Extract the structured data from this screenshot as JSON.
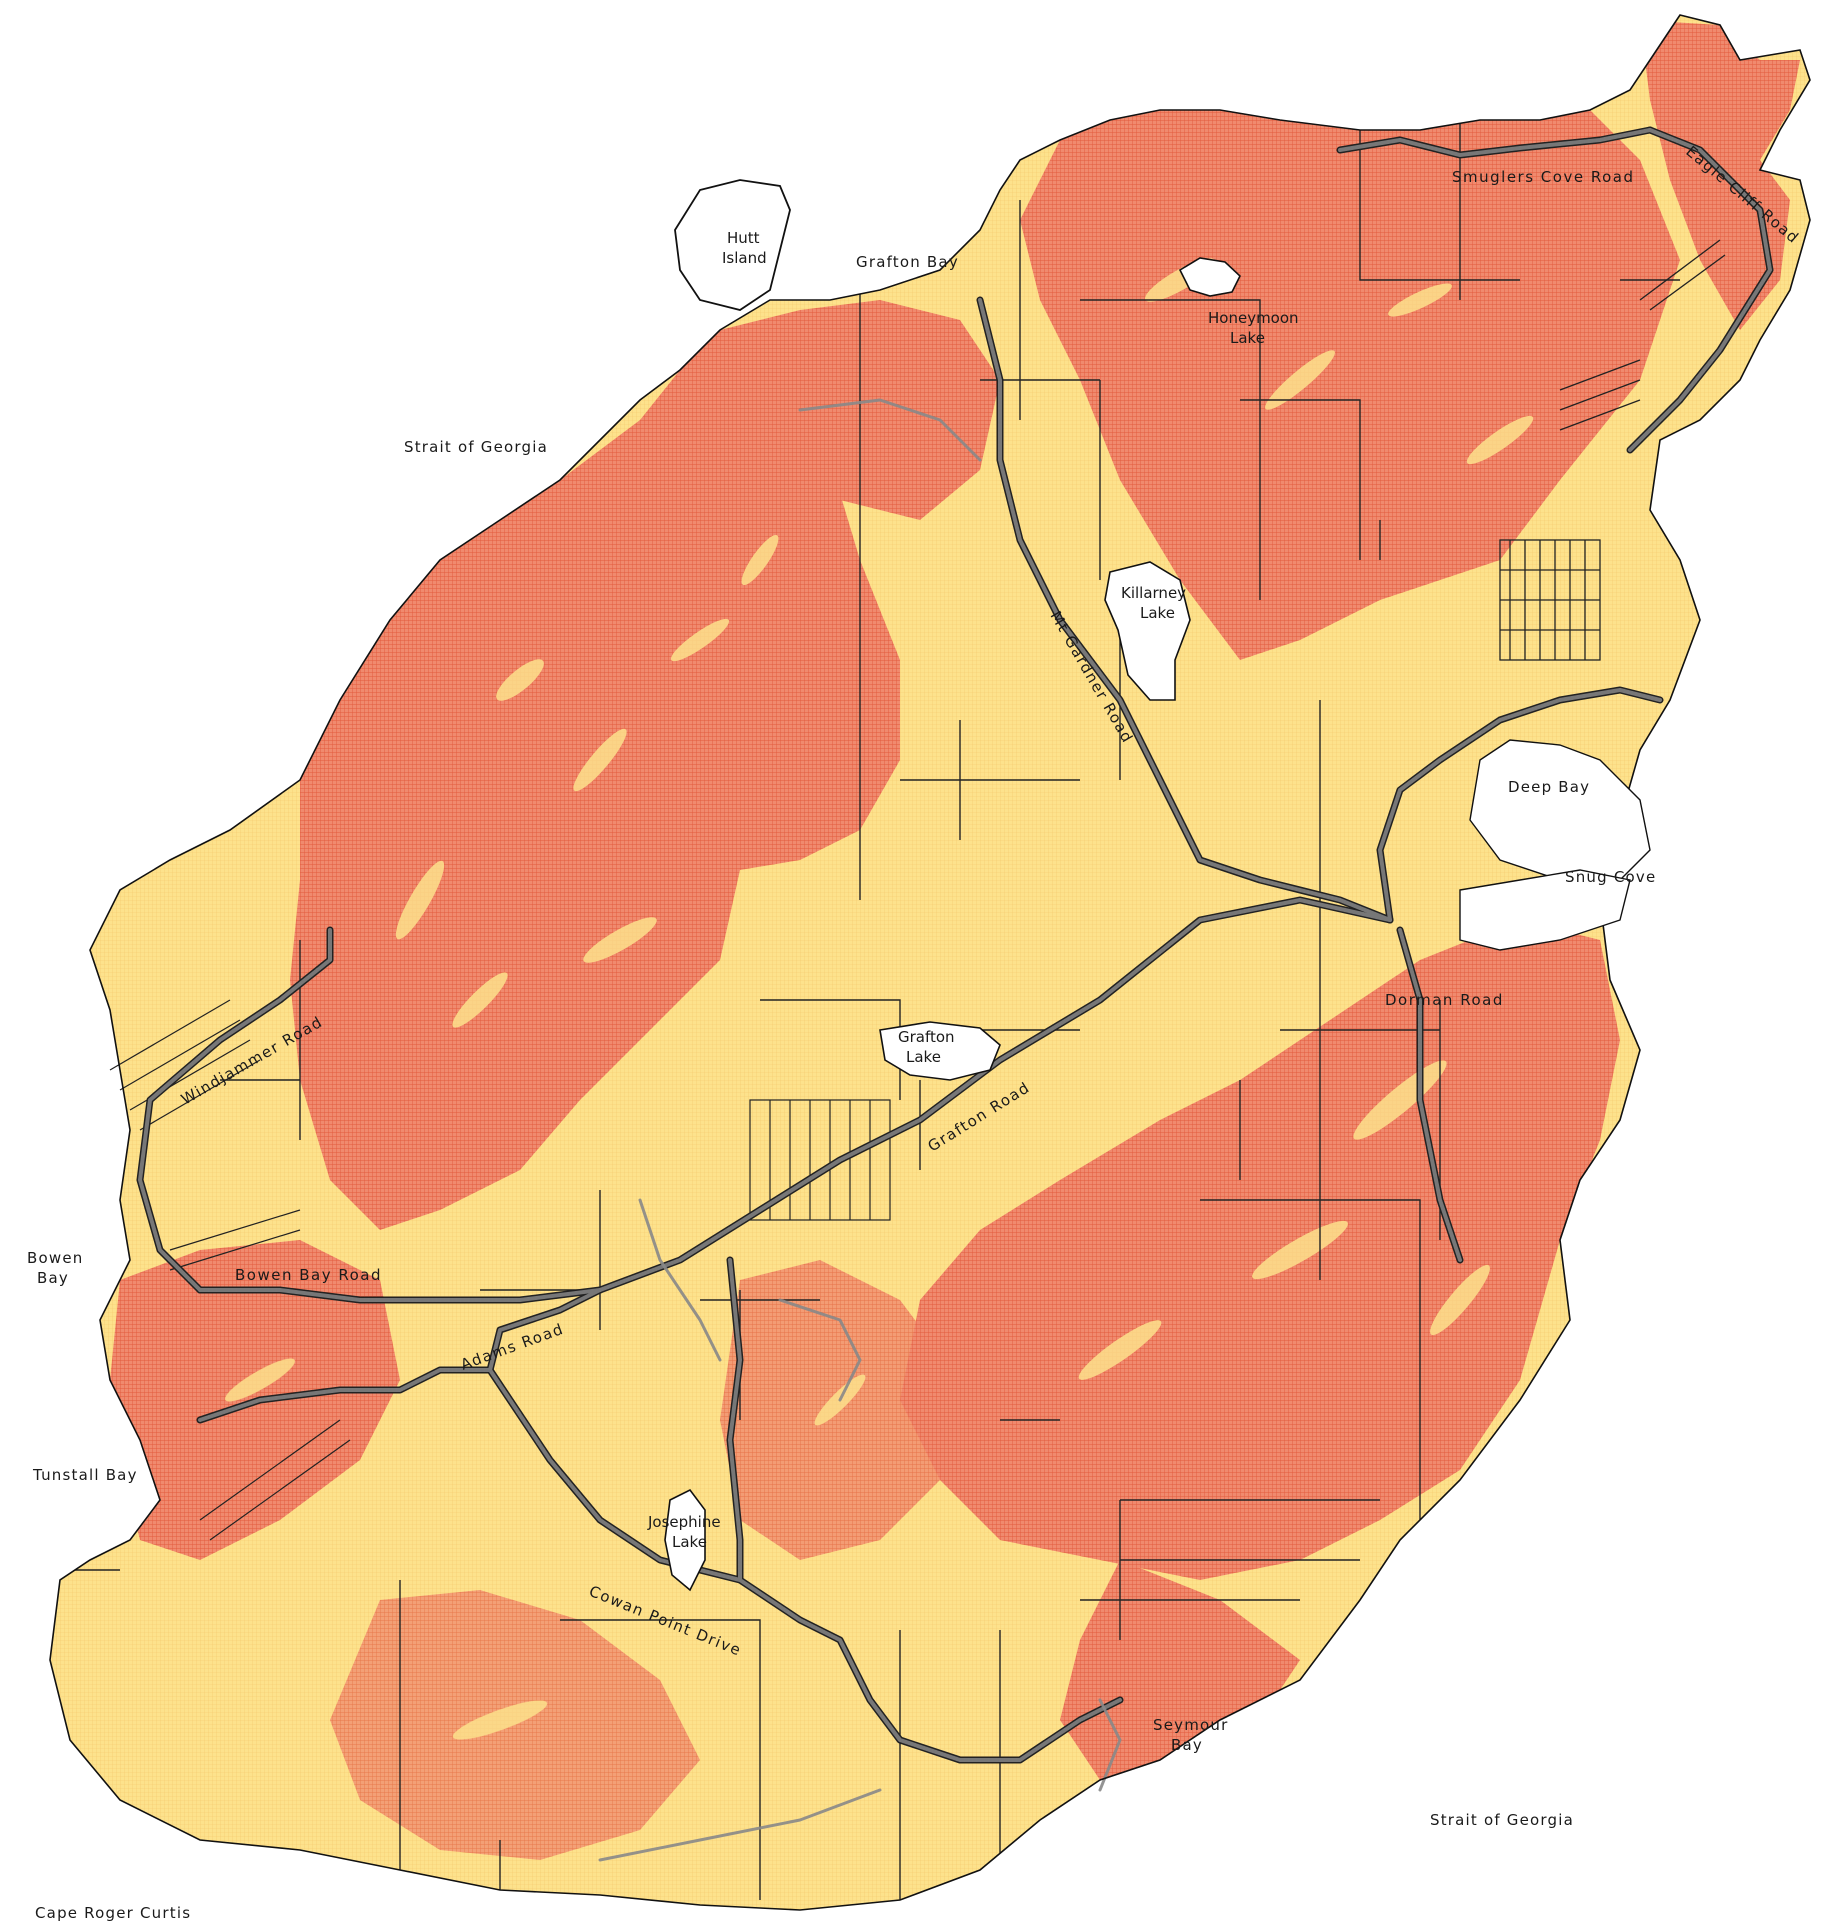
{
  "map": {
    "colors": {
      "water": "#ffffff",
      "low_hazard": "#fde28c",
      "high_hazard": "#f08a6e",
      "hatch": "#e25a3c",
      "parcel_line": "#222222",
      "road": "#666666",
      "road_casing": "#222222",
      "lake": "#ffffff",
      "coast": "#111111"
    },
    "water_bodies": {
      "strait_nw": "Strait of Georgia",
      "strait_se": "Strait of Georgia",
      "grafton_bay": "Grafton Bay",
      "bowen_bay": [
        "Bowen",
        "Bay"
      ],
      "tunstall_bay": "Tunstall Bay",
      "deep_bay": "Deep Bay",
      "snug_cove": "Snug Cove",
      "seymour_bay": [
        "Seymour",
        "Bay"
      ],
      "cape": "Cape Roger Curtis"
    },
    "islands": {
      "hutt": [
        "Hutt",
        "Island"
      ]
    },
    "lakes": {
      "honeymoon": [
        "Honeymoon",
        "Lake"
      ],
      "killarney": [
        "Killarney",
        "Lake"
      ],
      "grafton": [
        "Grafton",
        "Lake"
      ],
      "josephine": [
        "Josephine",
        "Lake"
      ]
    },
    "roads": {
      "smuglers": "Smuglers Cove Road",
      "eagle_cliff": "Eagle Cliff Road",
      "mt_gardner": "Mt Gardner Road",
      "windjammer": "Windjammer Road",
      "bowen_bay_rd": "Bowen Bay Road",
      "adams": "Adams Road",
      "grafton_rd": "Grafton Road",
      "dorman": "Dorman Road",
      "cowan_point": "Cowan Point Drive"
    }
  }
}
